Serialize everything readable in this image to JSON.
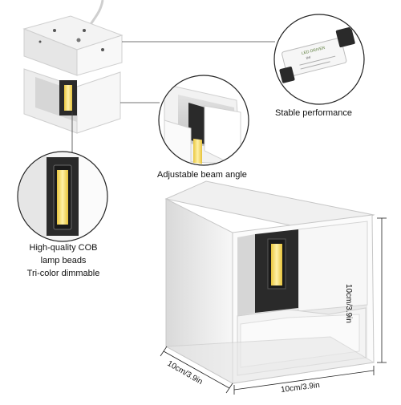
{
  "callouts": {
    "stable": "Stable performance",
    "beam": "Adjustable beam angle",
    "cob_line1": "High-quality COB",
    "cob_line2": "lamp beads",
    "cob_line3": "Tri-color dimmable"
  },
  "driver_label": {
    "line1": "LED DRIVER",
    "line2": "8W"
  },
  "dimensions": {
    "height": "10cm/3.9in",
    "width": "10cm/3.9in",
    "depth": "10cm/3.9in"
  },
  "colors": {
    "led": "#f3d65a",
    "led_glow": "#fff3b0",
    "body_white": "#f4f4f4",
    "dark": "#2a2a2a"
  }
}
